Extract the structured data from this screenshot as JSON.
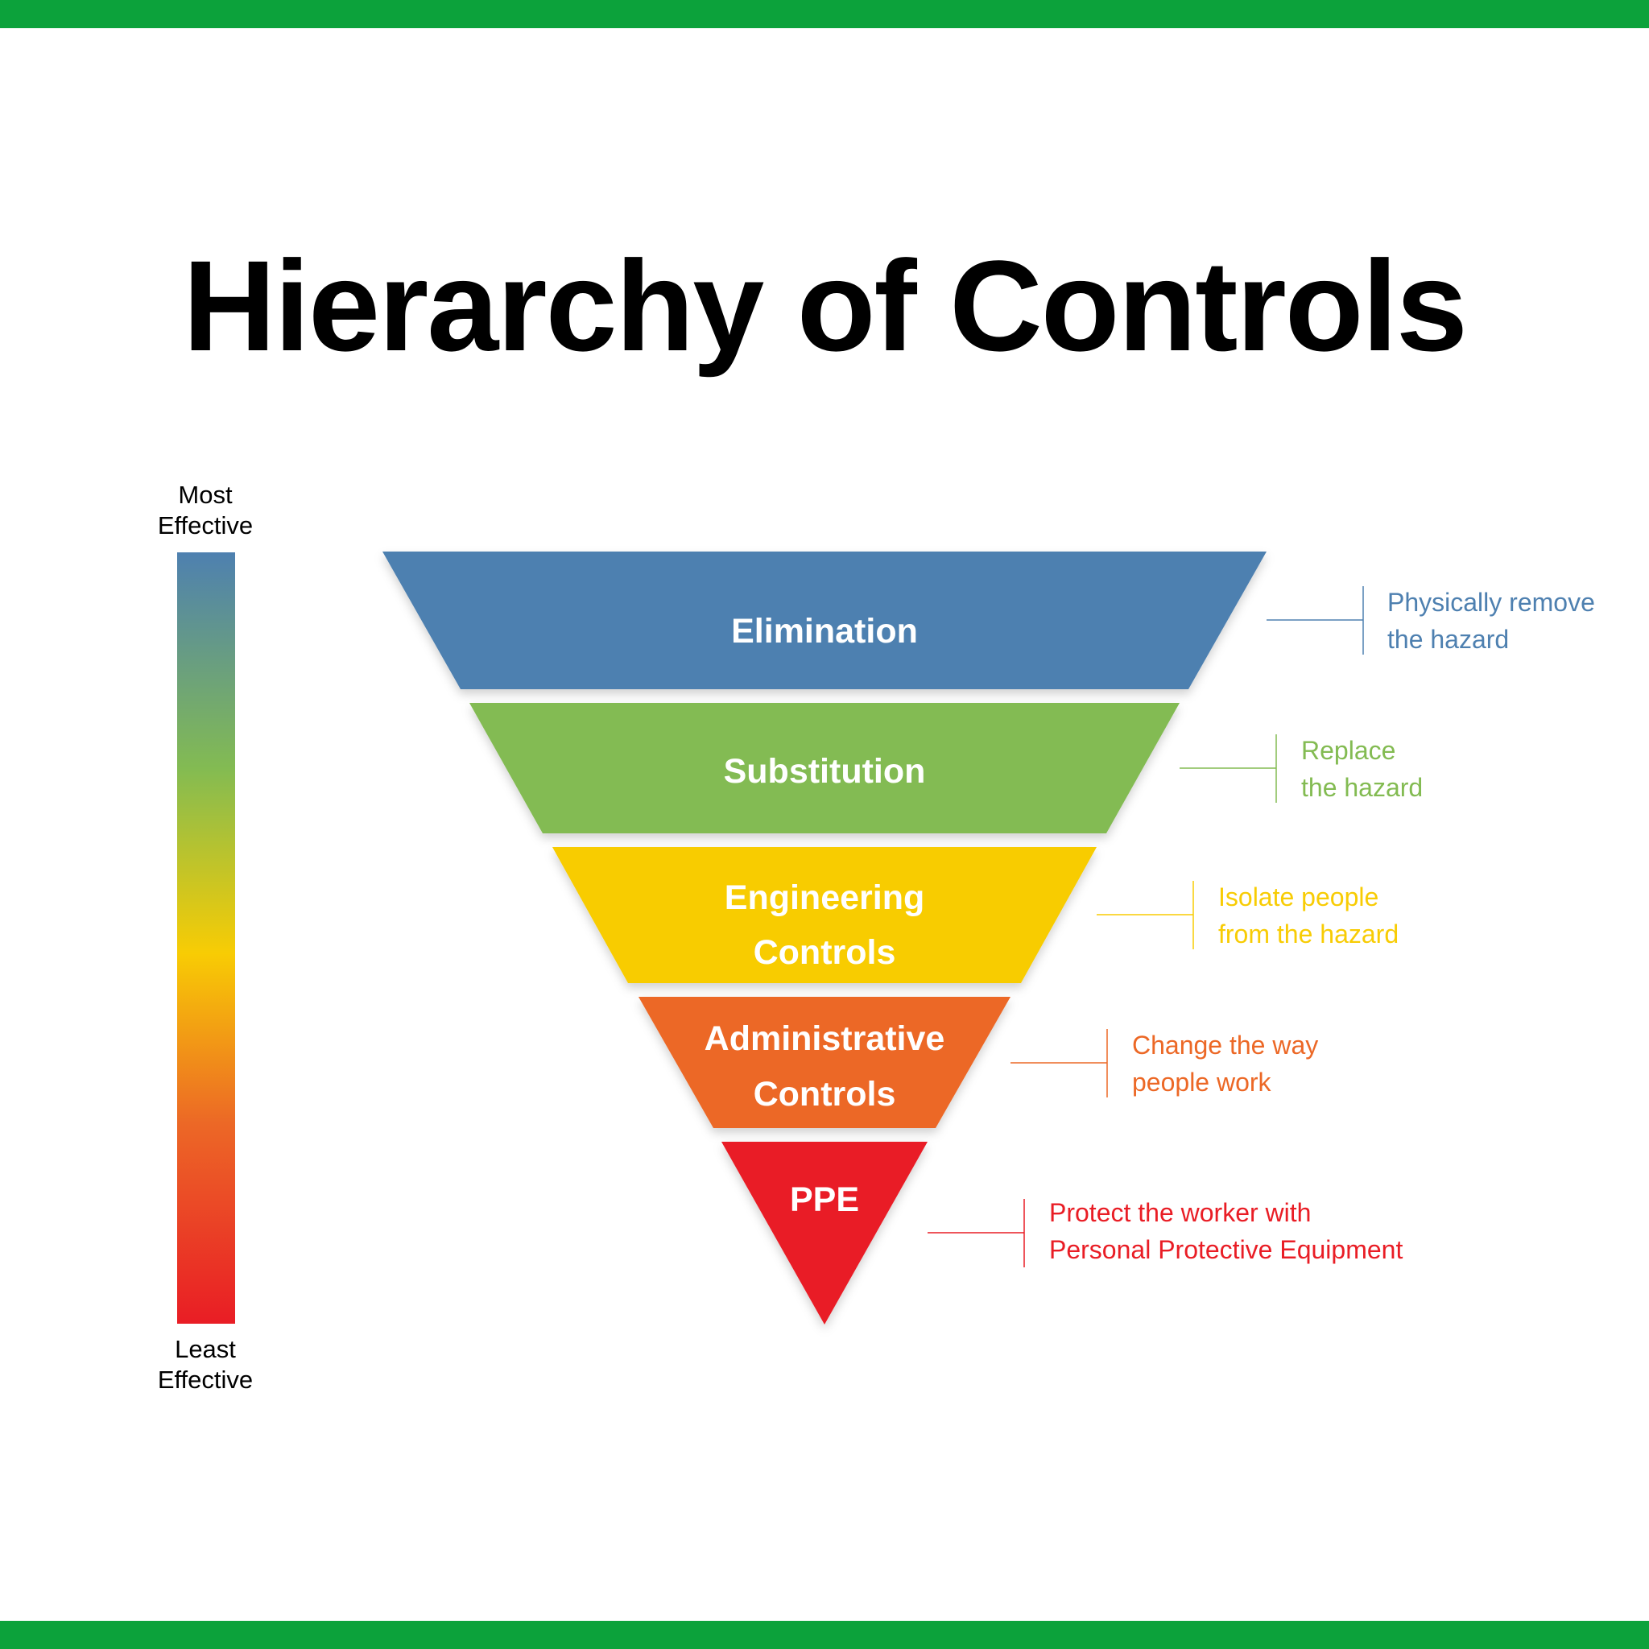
{
  "title": "Hierarchy of Controls",
  "colors": {
    "frame_green": "#0ca23b",
    "elimination": "#4e80b0",
    "substitution": "#83bb52",
    "engineering": "#f8cc04",
    "administrative": "#ec6826",
    "ppe": "#e91d25"
  },
  "scale": {
    "top_line1": "Most",
    "top_line2": "Effective",
    "bottom_line1": "Least",
    "bottom_line2": "Effective"
  },
  "levels": [
    {
      "id": "elimination",
      "label_lines": [
        "Elimination"
      ],
      "desc_lines": [
        "Physically remove",
        "the hazard"
      ]
    },
    {
      "id": "substitution",
      "label_lines": [
        "Substitution"
      ],
      "desc_lines": [
        "Replace",
        "the hazard"
      ]
    },
    {
      "id": "engineering",
      "label_lines": [
        "Engineering",
        "Controls"
      ],
      "desc_lines": [
        "Isolate people",
        "from the hazard"
      ]
    },
    {
      "id": "administrative",
      "label_lines": [
        "Administrative",
        "Controls"
      ],
      "desc_lines": [
        "Change the way",
        "people work"
      ]
    },
    {
      "id": "ppe",
      "label_lines": [
        "PPE"
      ],
      "desc_lines": [
        "Protect the worker with",
        "Personal Protective Equipment"
      ]
    }
  ]
}
